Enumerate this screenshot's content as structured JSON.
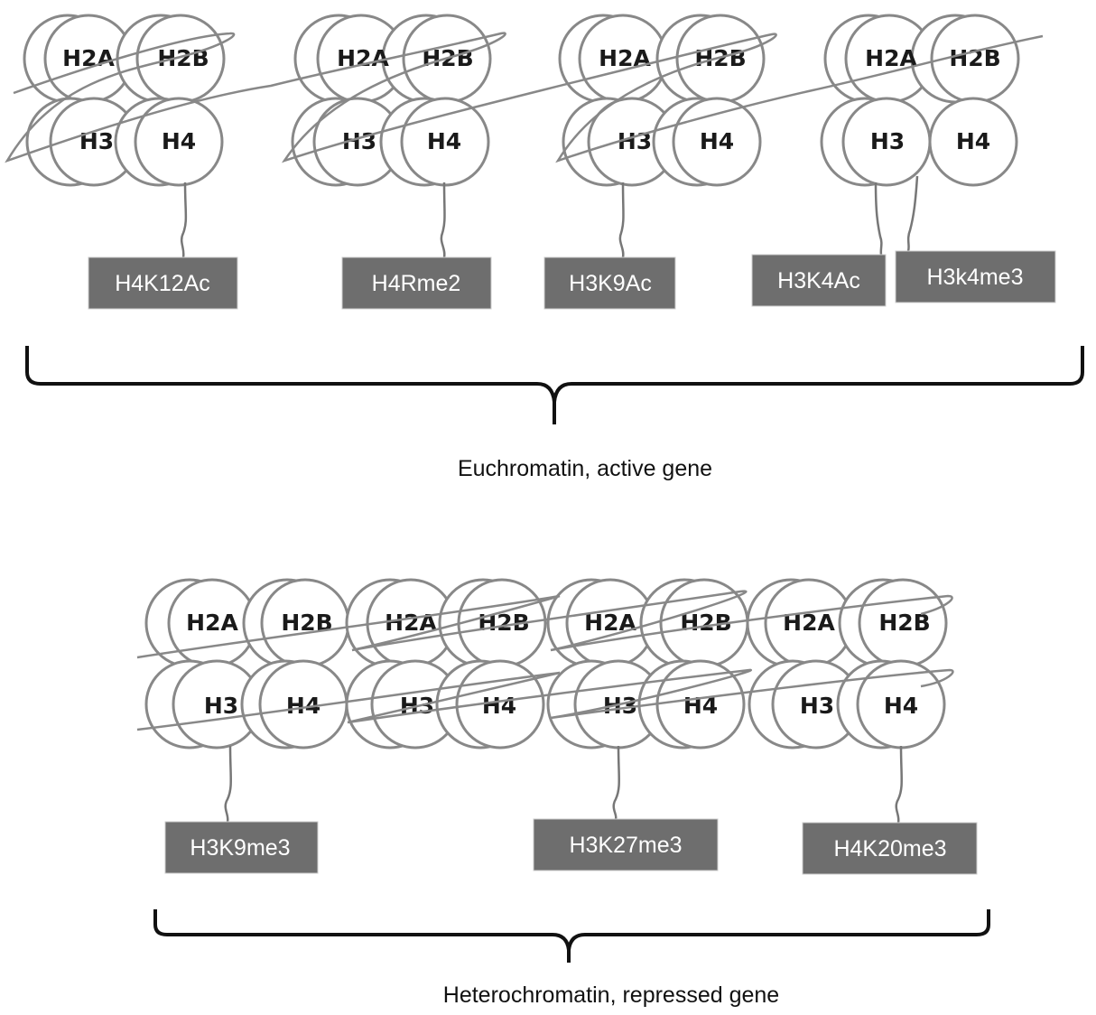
{
  "euchromatin": {
    "caption": "Euchromatin, active gene",
    "nucleosomes": [
      {
        "top_left": "H2A",
        "top_right": "H2B",
        "bottom_left": "H3",
        "bottom_right": "H4"
      },
      {
        "top_left": "H2A",
        "top_right": "H2B",
        "bottom_left": "H3",
        "bottom_right": "H4"
      },
      {
        "top_left": "H2A",
        "top_right": "H2B",
        "bottom_left": "H3",
        "bottom_right": "H4"
      },
      {
        "top_left": "H2A",
        "top_right": "H2B",
        "bottom_left": "H3",
        "bottom_right": "H4"
      }
    ],
    "marks": [
      "H4K12Ac",
      "H4Rme2",
      "H3K9Ac",
      "H3K4Ac",
      "H3k4me3"
    ]
  },
  "heterochromatin": {
    "caption": "Heterochromatin, repressed gene",
    "nucleosomes": [
      {
        "top_left": "H2A",
        "top_right": "H2B",
        "bottom_left": "H3",
        "bottom_right": "H4"
      },
      {
        "top_left": "H2A",
        "top_right": "H2B",
        "bottom_left": "H3",
        "bottom_right": "H4"
      },
      {
        "top_left": "H2A",
        "top_right": "H2B",
        "bottom_left": "H3",
        "bottom_right": "H4"
      },
      {
        "top_left": "H2A",
        "top_right": "H2B",
        "bottom_left": "H3",
        "bottom_right": "H4"
      }
    ],
    "marks": [
      "H3K9me3",
      "H3K27me3",
      "H4K20me3"
    ]
  }
}
